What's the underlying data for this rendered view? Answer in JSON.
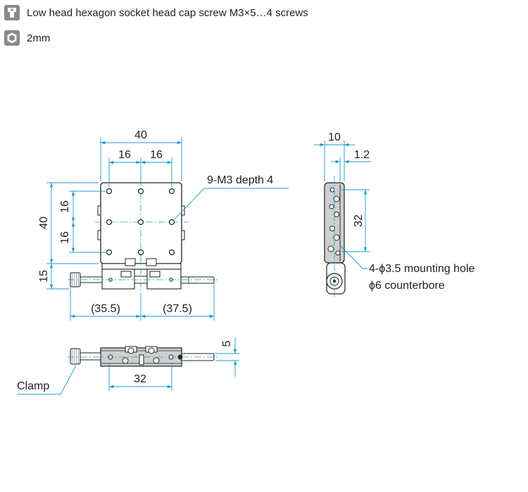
{
  "legend": {
    "screw_text": "Low head hexagon socket head cap screw M3×5…4 screws",
    "hex_text": "2mm"
  },
  "icons": [
    "screw-icon",
    "hex-key-icon"
  ],
  "colors": {
    "dimension_line": "#1c98d6",
    "outline": "#222222",
    "body_fill": "#cfcfcf",
    "icon_bg": "#8a8a8a"
  },
  "front_view": {
    "width_total": "40",
    "width_16_left": "16",
    "width_16_right": "16",
    "height_total": "40",
    "height_16_top": "16",
    "height_16_bottom": "16",
    "height_15": "15",
    "width_35_5": "(35.5)",
    "width_37_5": "(37.5)",
    "tapped_holes": "9-M3 depth 4"
  },
  "side_view": {
    "width_10": "10",
    "width_1_2": "1.2",
    "height_32": "32",
    "mounting_hole": "4-ϕ3.5 mounting hole",
    "counterbore": "ϕ6 counterbore"
  },
  "bottom_view": {
    "height_5": "5",
    "width_32": "32",
    "clamp_label": "Clamp"
  }
}
